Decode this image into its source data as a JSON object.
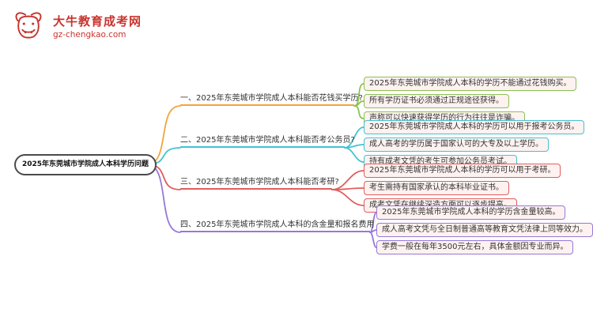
{
  "logo": {
    "site_name": "大牛教育成考网",
    "site_url": "gz-chengkao.com",
    "color": "#c8342e"
  },
  "colors": {
    "logo_red": "#c8342e",
    "leaf_fill": "#fdf2f0",
    "root_border": "#4a4a4a"
  },
  "root": {
    "label": "2025年东莞城市学院成人本科学历问题"
  },
  "branches": [
    {
      "label": "一、2025年东莞城市学院成人本科能否花钱买学历?",
      "color": "#f2a33c",
      "child_color": "#8cc152",
      "children": [
        {
          "text": "2025年东莞城市学院成人本科的学历不能通过花钱购买。"
        },
        {
          "text": "所有学历证书必须通过正规途径获得。"
        },
        {
          "text": "声称可以快速获得学历的行为往往是诈骗。"
        }
      ]
    },
    {
      "label": "二、2025年东莞城市学院成人本科能否考公务员?",
      "color": "#45c2d1",
      "child_color": "#45c2d1",
      "children": [
        {
          "text": "2025年东莞城市学院成人本科的学历可以用于报考公务员。"
        },
        {
          "text": "成人高考的学历属于国家认可的大专及以上学历。"
        },
        {
          "text": "持有成考文凭的考生可参加公务员考试。"
        }
      ]
    },
    {
      "label": "三、2025年东莞城市学院成人本科能否考研?",
      "color": "#e05e5e",
      "child_color": "#e05e5e",
      "children": [
        {
          "text": "2025年东莞城市学院成人本科的学历可以用于考研。"
        },
        {
          "text": "考生需持有国家承认的本科毕业证书。"
        },
        {
          "text": "成考文凭在继续深造方面可以逐步提高。"
        }
      ]
    },
    {
      "label": "四、2025年东莞城市学院成人本科的含金量和报名费用",
      "color": "#9678d8",
      "child_color": "#9678d8",
      "children": [
        {
          "text": "2025年东莞城市学院成人本科的学历含金量较高。"
        },
        {
          "text": "成人高考文凭与全日制普通高等教育文凭法律上同等效力。"
        },
        {
          "text": "学费一般在每年3500元左右，具体金额因专业而异。"
        }
      ]
    }
  ]
}
